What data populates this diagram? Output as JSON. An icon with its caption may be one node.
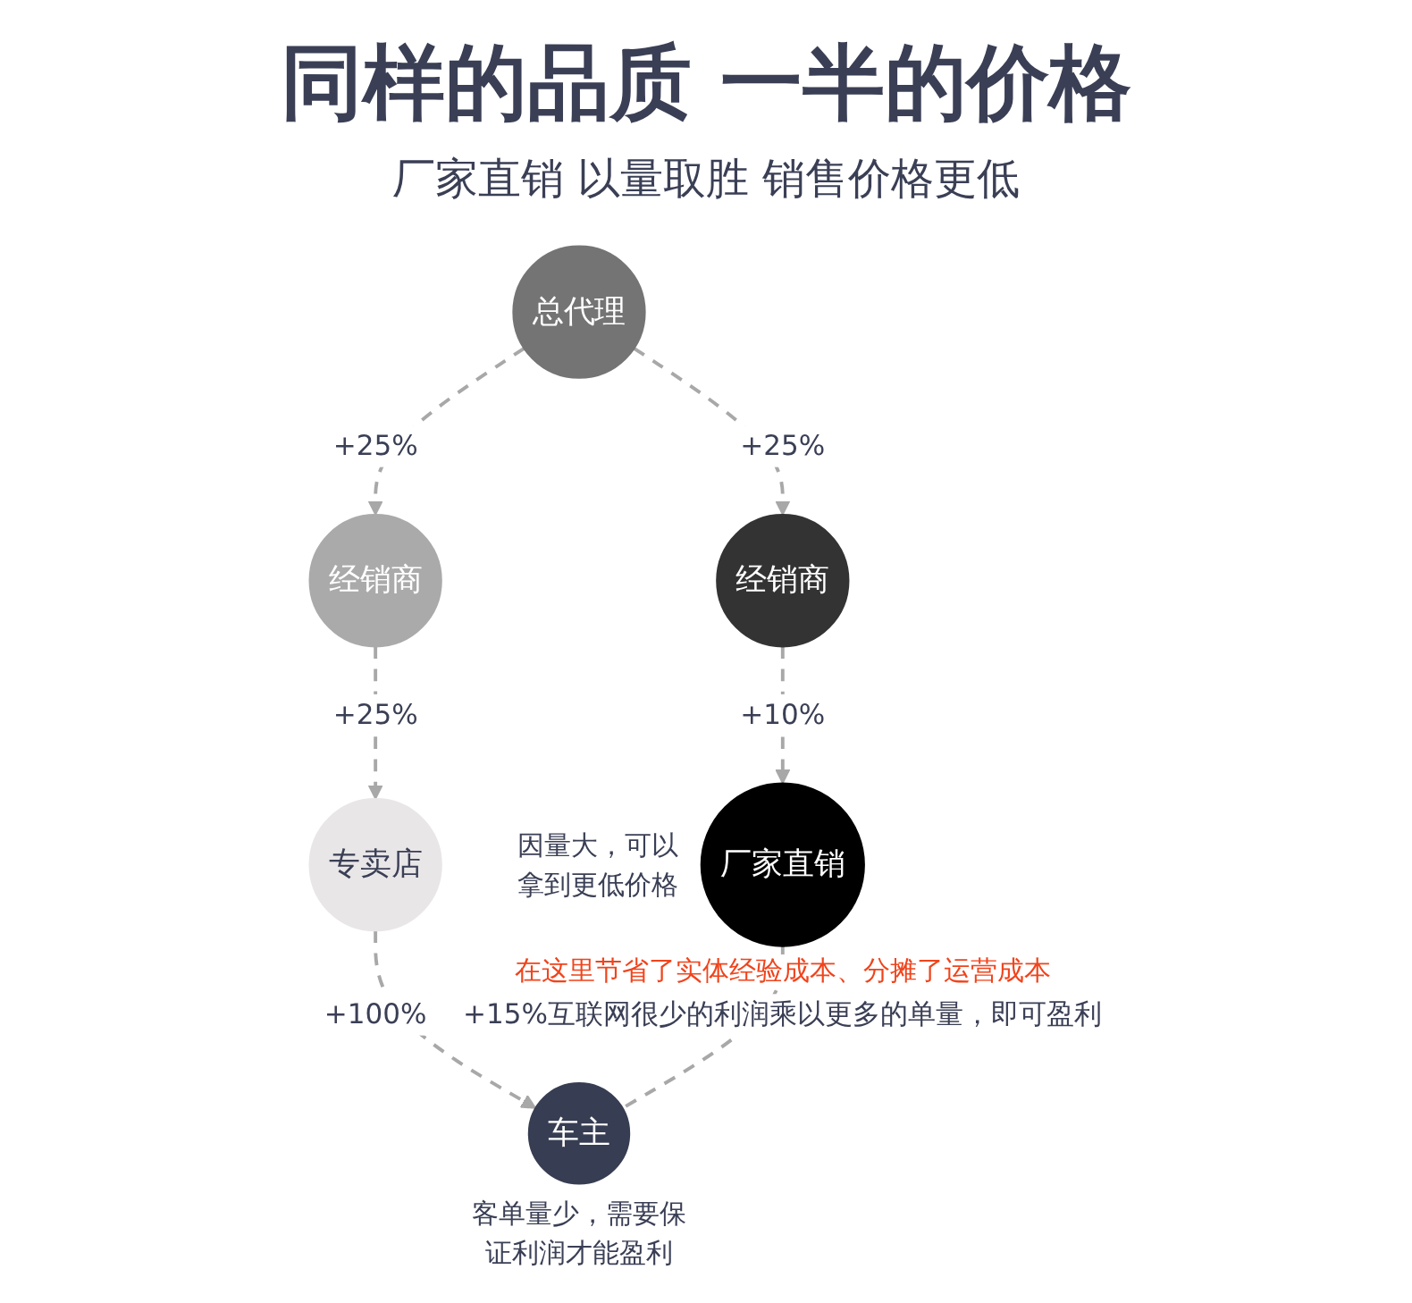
{
  "diagram": {
    "title": "同样的品质 一半的价格",
    "caption": "厂家直销 以量取胜 销售价格更低",
    "nodes": [
      {
        "text": [
          "厂家直销"
        ],
        "beside": [
          "因量大，可以拿到更低价格"
        ]
      },
      {
        "text": [
          "经销商"
        ]
      },
      {
        "text": [
          "总代理"
        ]
      },
      {
        "text": [
          "经销商"
        ]
      },
      {
        "text": [
          "专卖店"
        ]
      },
      {
        "text": [
          "车主"
        ],
        "beside": [
          "客单量少，需要保证利润才能盈利"
        ]
      }
    ],
    "edges": [
      {
        "from": 1,
        "to": 0,
        "arrow": "to",
        "label": "+10%",
        "style": "dashed"
      },
      {
        "from": 2,
        "to": 1,
        "arrow": "to",
        "label": "+25%",
        "style": "dashed"
      },
      {
        "from": 2,
        "to": 3,
        "arrow": "to",
        "label": "+25%",
        "style": "dashed"
      },
      {
        "from": 3,
        "to": 4,
        "arrow": "to",
        "label": "+25%",
        "style": "dashed"
      },
      {
        "from": 4,
        "to": 5,
        "arrow": "to",
        "label": "+100%",
        "style": "dashed"
      },
      {
        "from": 0,
        "to": 5,
        "arrow": "none",
        "label": "+15%互联网很少的利润乘以更多的单量，即可盈利",
        "style": "dashed"
      }
    ],
    "labels": [
      "在这里节省了实体经验成本、分摊了运营成本"
    ]
  }
}
